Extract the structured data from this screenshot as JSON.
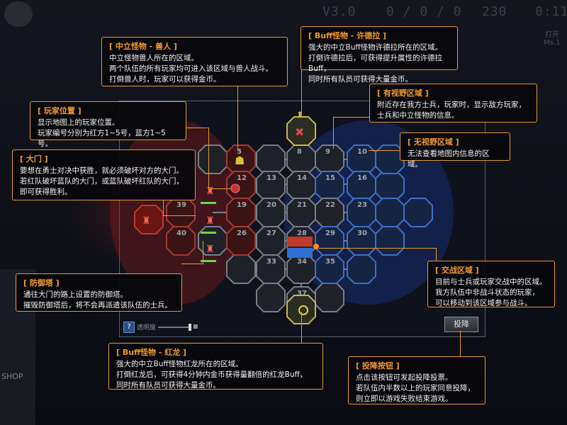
{
  "hud": {
    "top_version": "V3.0",
    "top_score": "0 / 0 / 0",
    "top_gold": "230",
    "top_time": "0:11",
    "right_tab_1": "打开",
    "right_tab_2": "Ms.1"
  },
  "sidebar_shop": "SHOP",
  "map": {
    "tiles": [
      {
        "n": "5",
        "side": "red"
      },
      {
        "n": "8",
        "side": "neutral"
      },
      {
        "n": "9",
        "side": "neutral"
      },
      {
        "n": "10",
        "side": "blue"
      },
      {
        "n": "12",
        "side": "red"
      },
      {
        "n": "13",
        "side": "neutral"
      },
      {
        "n": "14",
        "side": "neutral"
      },
      {
        "n": "15",
        "side": "blue"
      },
      {
        "n": "16",
        "side": "blue"
      },
      {
        "n": "19",
        "side": "red"
      },
      {
        "n": "20",
        "side": "neutral"
      },
      {
        "n": "21",
        "side": "neutral"
      },
      {
        "n": "22",
        "side": "neutral"
      },
      {
        "n": "23",
        "side": "blue"
      },
      {
        "n": "26",
        "side": "red"
      },
      {
        "n": "27",
        "side": "neutral"
      },
      {
        "n": "28",
        "side": "neutral"
      },
      {
        "n": "29",
        "side": "blue"
      },
      {
        "n": "30",
        "side": "blue"
      },
      {
        "n": "33",
        "side": "neutral"
      },
      {
        "n": "34",
        "side": "neutral"
      },
      {
        "n": "35",
        "side": "blue"
      },
      {
        "n": "37",
        "side": "neutral"
      },
      {
        "n": "39",
        "side": "red"
      },
      {
        "n": "40",
        "side": "red"
      }
    ],
    "transparency_label": "透明度"
  },
  "surrender_button": "投降",
  "callouts": {
    "orc": {
      "title": "[ 中立怪物 - 兽人 ]",
      "lines": [
        "中立怪物兽人所在的区域。",
        "两个队伍的所有玩家均可进入该区域与兽人战斗。",
        "打倒兽人时，玩家可以获得金币。"
      ]
    },
    "buff_top": {
      "title": "[ Buff怪物 - 许德拉 ]",
      "lines": [
        "强大的中立Buff怪物许德拉所在的区域。",
        "打倒许德拉后，可获得提升属性的许德拉Buff，",
        "同时所有队员可获得大量金币。"
      ]
    },
    "vision": {
      "title": "[ 有视野区域 ]",
      "lines": [
        "附近存在我方士兵，玩家时，显示敌方玩家，",
        "士兵和中立怪物的信息。"
      ]
    },
    "player_pos": {
      "title": "[ 玩家位置 ]",
      "lines": [
        "显示地图上的玩家位置。",
        "玩家编号分别为红方1~5号，蓝方1~5号。"
      ]
    },
    "no_vision": {
      "title": "[ 无视野区域 ]",
      "lines": [
        "无法查看地图内信息的区域。"
      ]
    },
    "gate": {
      "title": "[ 大门 ]",
      "lines": [
        "要想在勇士对决中获胜，就必须破坏对方的大门。",
        "若红队破坏蓝队的大门，或蓝队破坏红队的大门，",
        "即可获得胜利。"
      ]
    },
    "battle": {
      "title": "[ 交战区域 ]",
      "lines": [
        "目前与士兵或玩家交战中的区域。",
        "我方队伍中非战斗状态的玩家，",
        "可以移动到该区域参与战斗。"
      ]
    },
    "tower": {
      "title": "[ 防御塔 ]",
      "lines": [
        "通往大门的路上设置的防御塔。",
        "摧毁防御塔后，将不会再派遣该队伍的士兵。"
      ]
    },
    "buff_bottom": {
      "title": "[ Buff怪物 - 红龙 ]",
      "lines": [
        "强大的中立Buff怪物红龙所在的区域。",
        "打倒红龙后，可获得4分钟内金币获得量翻倍的红龙Buff，",
        "同时所有队员可获得大量金币。"
      ]
    },
    "surrender": {
      "title": "[ 投降按钮 ]",
      "lines": [
        "点击该按钮可发起投降投票。",
        "若队伍内半数以上的玩家同意投降，",
        "则立即以游戏失败结束游戏。"
      ]
    }
  },
  "colors": {
    "accent": "#f29a2e",
    "red_team": "#c0392b",
    "blue_team": "#2f6fd1"
  }
}
